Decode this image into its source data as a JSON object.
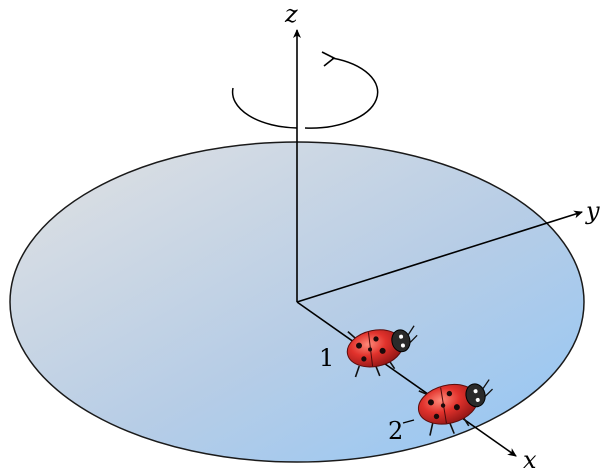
{
  "axes": {
    "z_label": "z",
    "y_label": "y",
    "x_label": "x"
  },
  "ladybugs": [
    {
      "label": "1",
      "color": "#d32a2a"
    },
    {
      "label": "2",
      "color": "#d32a2a"
    }
  ],
  "disk": {
    "gradient_start": "#d6d8dc",
    "gradient_end": "#9ccaf2",
    "rim_color": "#1a1a1a"
  },
  "rotation_arrow": {
    "icon": "counterclockwise-rotation-icon"
  }
}
